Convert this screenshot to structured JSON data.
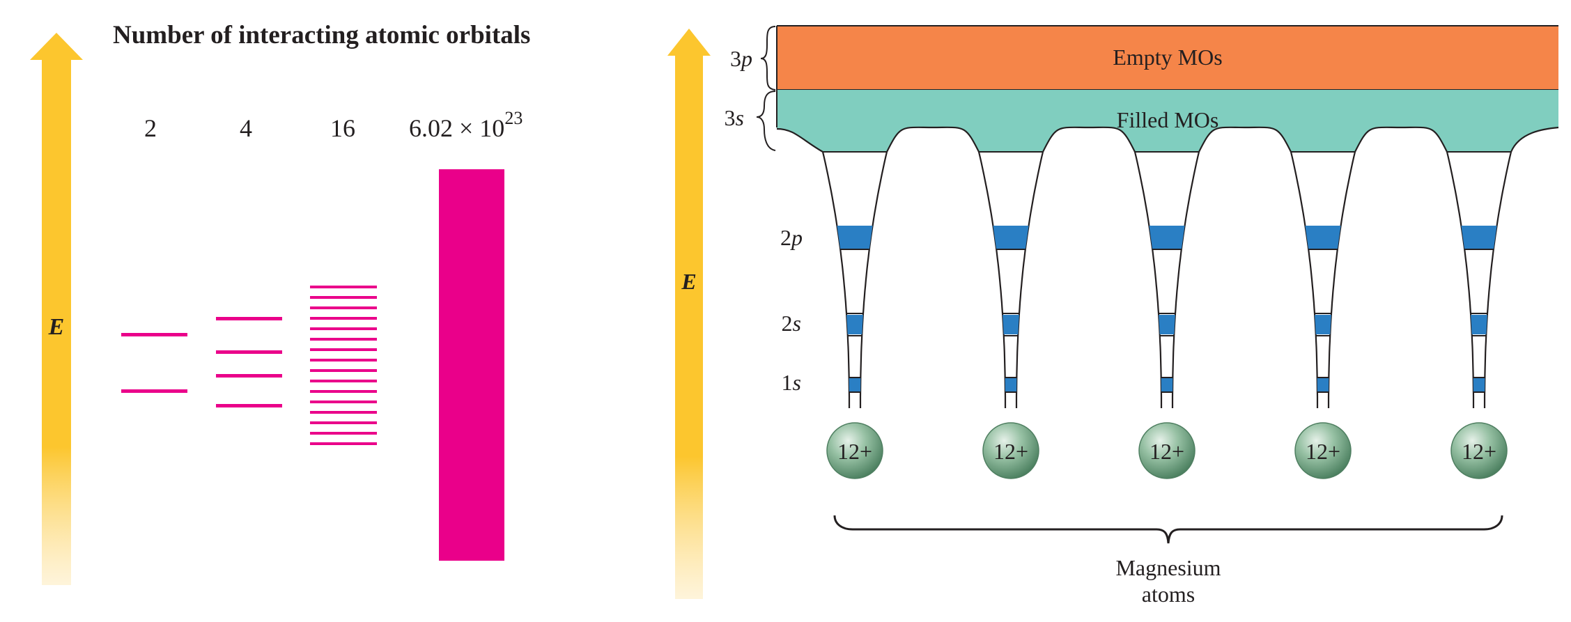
{
  "left_panel": {
    "title": "Number of interacting atomic orbitals",
    "energy_label": "E",
    "columns": [
      {
        "label": "2",
        "levels": 2
      },
      {
        "label": "4",
        "levels": 4
      },
      {
        "label": "16",
        "levels": 16
      },
      {
        "label_mantissa": "6.02 × 10",
        "label_exponent": "23",
        "levels": "band"
      }
    ]
  },
  "right_panel": {
    "energy_label": "E",
    "empty_band_label": "Empty MOs",
    "filled_band_label": "Filled MOs",
    "band_brace_labels": {
      "p3": {
        "num": "3",
        "orb": "p"
      },
      "s3": {
        "num": "3",
        "orb": "s"
      }
    },
    "level_labels": [
      {
        "num": "2",
        "orb": "p"
      },
      {
        "num": "2",
        "orb": "s"
      },
      {
        "num": "1",
        "orb": "s"
      }
    ],
    "atoms": [
      {
        "charge": "12+"
      },
      {
        "charge": "12+"
      },
      {
        "charge": "12+"
      },
      {
        "charge": "12+"
      },
      {
        "charge": "12+"
      }
    ],
    "atoms_label_line1": "Magnesium",
    "atoms_label_line2": "atoms"
  },
  "colors": {
    "arrow": "#fcc62e",
    "magenta": "#ea008a",
    "empty_band": "#f58549",
    "filled_band": "#80cebf",
    "level_blue": "#2a7fc4",
    "atom_green": "#7aa888"
  }
}
